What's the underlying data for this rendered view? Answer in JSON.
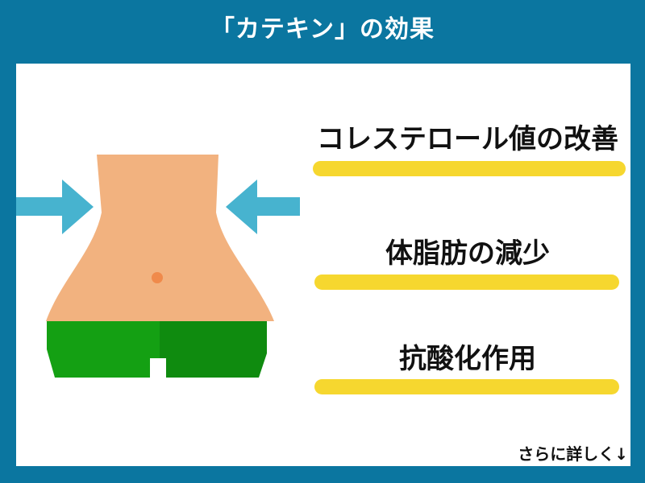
{
  "header": {
    "title": "「カテキン」の効果"
  },
  "effects": [
    {
      "label": "コレステロール値の改善"
    },
    {
      "label": "体脂肪の減少"
    },
    {
      "label": "抗酸化作用"
    }
  ],
  "footer": {
    "link_text": "さらに詳しく↓"
  },
  "colors": {
    "frame": "#0b76a0",
    "skin": "#f2b27f",
    "navel": "#f08a4b",
    "arrow": "#47b3cf",
    "shorts_light": "#14a013",
    "shorts_dark": "#0f8b0f",
    "highlight": "#f6d72f"
  },
  "icons": [
    "waist-illustration",
    "left-arrow-icon",
    "right-arrow-icon"
  ]
}
